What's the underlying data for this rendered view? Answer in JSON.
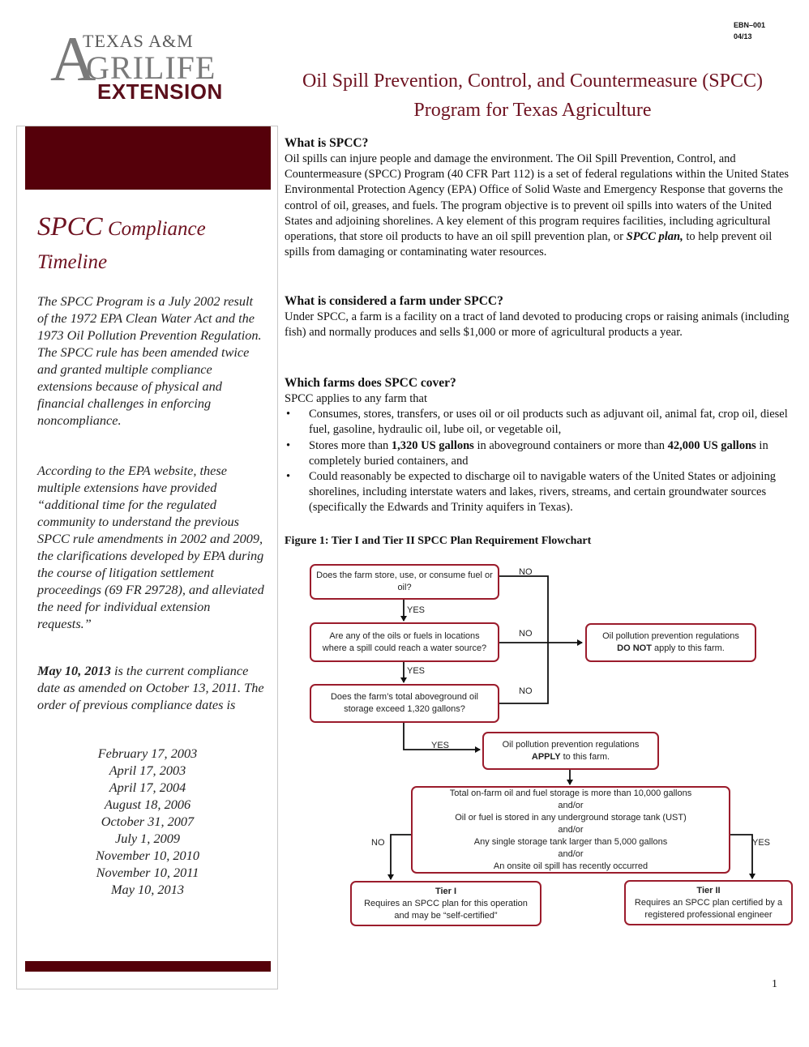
{
  "header": {
    "doc_code": "EBN–001",
    "doc_date": "04/13",
    "logo": {
      "line1": "TEXAS A&M",
      "big_letter": "A",
      "line2": "GRILIFE",
      "line3": "EXTENSION"
    },
    "title_line1": "Oil Spill Prevention, Control, and Countermeasure (SPCC)",
    "title_line2": "Program for Texas Agriculture"
  },
  "sidebar": {
    "title_a": "SPCC",
    "title_b": " Compliance",
    "title_c": "Timeline",
    "para1": "The SPCC Program is a July 2002 result of the 1972 EPA Clean Water Act and the 1973 Oil Pollution Prevention Regulation. The SPCC rule has been amended twice and granted multiple compliance extensions because of physical and financial challenges in enforcing noncompliance.",
    "para2": "According to the EPA website, these multiple extensions have provided “additional time for the regulated community to understand the previous SPCC rule amendments in 2002 and 2009, the clarifications developed by EPA during the course of litigation settlement proceedings (69 FR 29728), and alleviated the need for individual extension requests.”",
    "para3_bold": "May 10, 2013",
    "para3_rest": " is the current compliance date as amended on October 13, 2011. The order of previous compliance dates is",
    "dates": [
      "February 17, 2003",
      "April 17, 2003",
      "April 17, 2004",
      "August 18, 2006",
      "October 31, 2007",
      "July 1, 2009",
      "November 10, 2010",
      "November 10, 2011",
      "May 10, 2013"
    ]
  },
  "main": {
    "s1_heading": "What is SPCC?",
    "s1_text_a": "Oil spills can injure people and damage the environment. The Oil Spill Prevention, Control, and Countermeasure (SPCC) Program (40 CFR Part 112) is a set of federal regulations within the United States Environmental Protection Agency (EPA) Office of Solid Waste and Emergency Response that governs the control of oil, greases, and fuels. The program objective is to prevent oil spills into waters of the United States and adjoining shorelines. A key element of this program requires facilities, including agricultural operations, that store oil products to have an oil spill prevention plan, or ",
    "s1_text_em": "SPCC plan,",
    "s1_text_b": " to help prevent oil spills from damaging or contaminating water resources.",
    "s2_heading": "What is considered a farm under SPCC?",
    "s2_text": "Under SPCC, a farm is a facility on a tract of land devoted to producing crops or raising animals (including fish) and normally produces and sells $1,000 or more of agricultural products a year.",
    "s3_heading": "Which farms does SPCC cover?",
    "s3_intro": "SPCC applies to any farm that",
    "bullet_char": "•",
    "b1": "Consumes, stores, transfers, or uses oil or oil products such as adjuvant oil, animal fat, crop oil, diesel fuel, gasoline, hydraulic oil, lube oil, or vegetable oil,",
    "b2_a": "Stores more than ",
    "b2_b": "1,320 US gallons",
    "b2_c": " in aboveground containers or more than ",
    "b2_d": "42,000 US gallons",
    "b2_e": " in completely buried containers, and",
    "b3": "Could reasonably be expected to discharge oil to navigable waters of the United States or adjoining shorelines, including interstate waters and lakes, rivers, streams, and certain groundwater sources (specifically the Edwards and Trinity aquifers in Texas).",
    "figure_caption": "Figure 1:  Tier I and Tier II SPCC Plan Requirement Flowchart"
  },
  "flowchart": {
    "q1": "Does the farm store, use, or consume fuel or oil?",
    "q2": "Are any of the oils or fuels in locations where a spill could reach a water source?",
    "q3": "Does the farm’s total aboveground oil storage exceed 1,320 gallons?",
    "no_apply_a": "Oil pollution prevention regulations",
    "no_apply_b": "DO NOT",
    "no_apply_c": " apply to this farm.",
    "apply_a": "Oil pollution prevention regulations",
    "apply_b": "APPLY",
    "apply_c": " to this farm.",
    "criteria": [
      "Total on-farm oil and fuel storage is more than 10,000 gallons",
      "and/or",
      "Oil or fuel is stored in any underground storage tank (UST)",
      "and/or",
      "Any single storage tank larger than 5,000 gallons",
      "and/or",
      "An onsite oil spill has recently occurred"
    ],
    "tier1_title": "Tier I",
    "tier1_text": "Requires an SPCC plan for this operation and may be “self-certified”",
    "tier2_title": "Tier II",
    "tier2_text": "Requires an SPCC plan certified by a registered professional engineer",
    "label_no": "NO",
    "label_yes": "YES",
    "accent_color": "#9b1c2c"
  },
  "page_number": "1"
}
